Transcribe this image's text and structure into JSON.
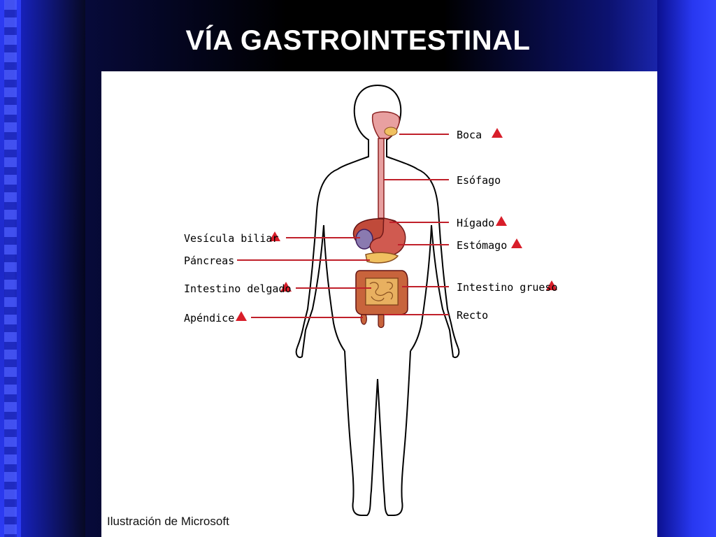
{
  "title": "VÍA GASTROINTESTINAL",
  "labels": {
    "boca": "Boca",
    "esofago": "Esófago",
    "higado": "Hígado",
    "estomago": "Estómago",
    "intestino_grueso": "Intestino grueso",
    "recto": "Recto",
    "vesicula": "Vesícula biliar",
    "pancreas": "Páncreas",
    "intestino_delgado": "Intestino delgado",
    "apendice": "Apéndice"
  },
  "credit": "Ilustración de Microsoft",
  "colors": {
    "leader_line": "#c0202a",
    "marker": "#d81e2a",
    "organ_red": "#c04a3a",
    "organ_pink": "#e8a0a0",
    "organ_yellow": "#f0c060"
  }
}
